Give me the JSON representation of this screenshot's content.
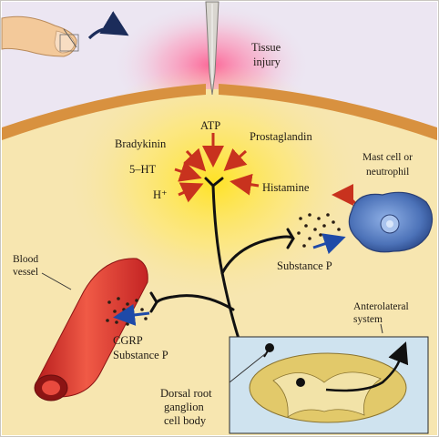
{
  "labels": {
    "tissue_injury_1": "Tissue",
    "tissue_injury_2": "injury",
    "atp": "ATP",
    "bradykinin": "Bradykinin",
    "prostaglandin": "Prostaglandin",
    "five_ht": "5–HT",
    "h_plus": "H⁺",
    "histamine": "Histamine",
    "mast_cell_1": "Mast cell or",
    "mast_cell_2": "neutrophil",
    "substance_p": "Substance P",
    "blood_vessel_1": "Blood",
    "blood_vessel_2": "vessel",
    "cgrp": "CGRP",
    "cgrp_substance_p": "Substance P",
    "anterolateral_1": "Anterolateral",
    "anterolateral_2": "system",
    "drg_1": "Dorsal root",
    "drg_2": "ganglion",
    "drg_3": "cell body"
  },
  "colors": {
    "skin_fill": "#f6d97a",
    "skin_glow": "#ffe14a",
    "skin_surface": "#d9903f",
    "sky": "#ece6f2",
    "injury_glow": "#ff5a8c",
    "arrow_red": "#c8321e",
    "arrow_blue": "#1e4aa8",
    "vessel_red": "#e0342c",
    "mast_cell": "#4a6fb5",
    "spinal_panel": "#cfe3ef",
    "spinal_cord": "#e2c96a"
  },
  "icons": {
    "finger": "finger-icon",
    "motion_arrow": "curved-arrow-icon",
    "needle": "needle-icon"
  }
}
